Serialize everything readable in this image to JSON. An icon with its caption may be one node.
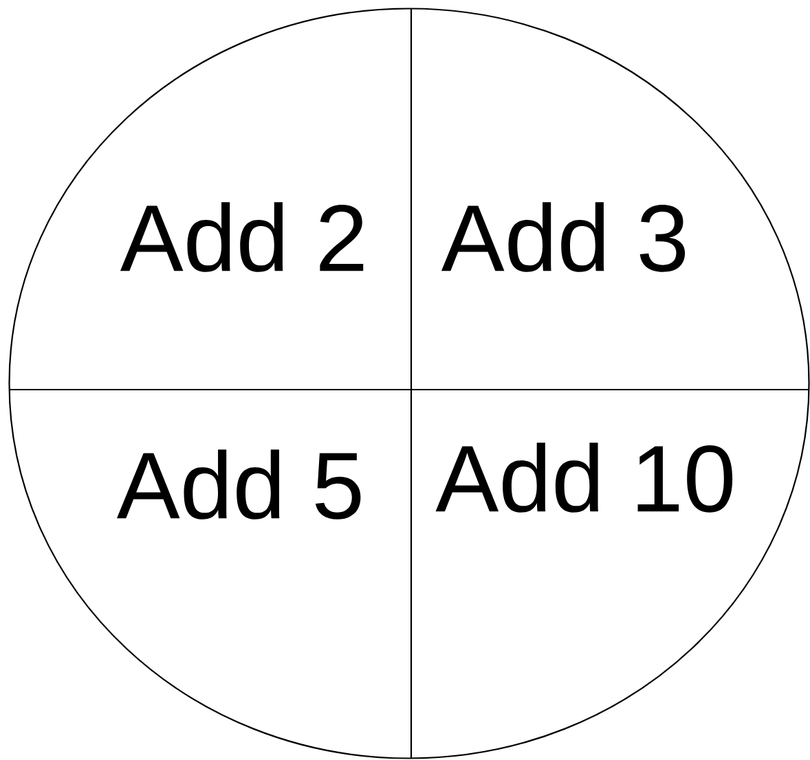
{
  "diagram": {
    "nodes": [
      {
        "text": [
          "Add 2",
          "Add 3",
          "Add 5",
          "Add 10"
        ]
      }
    ]
  }
}
